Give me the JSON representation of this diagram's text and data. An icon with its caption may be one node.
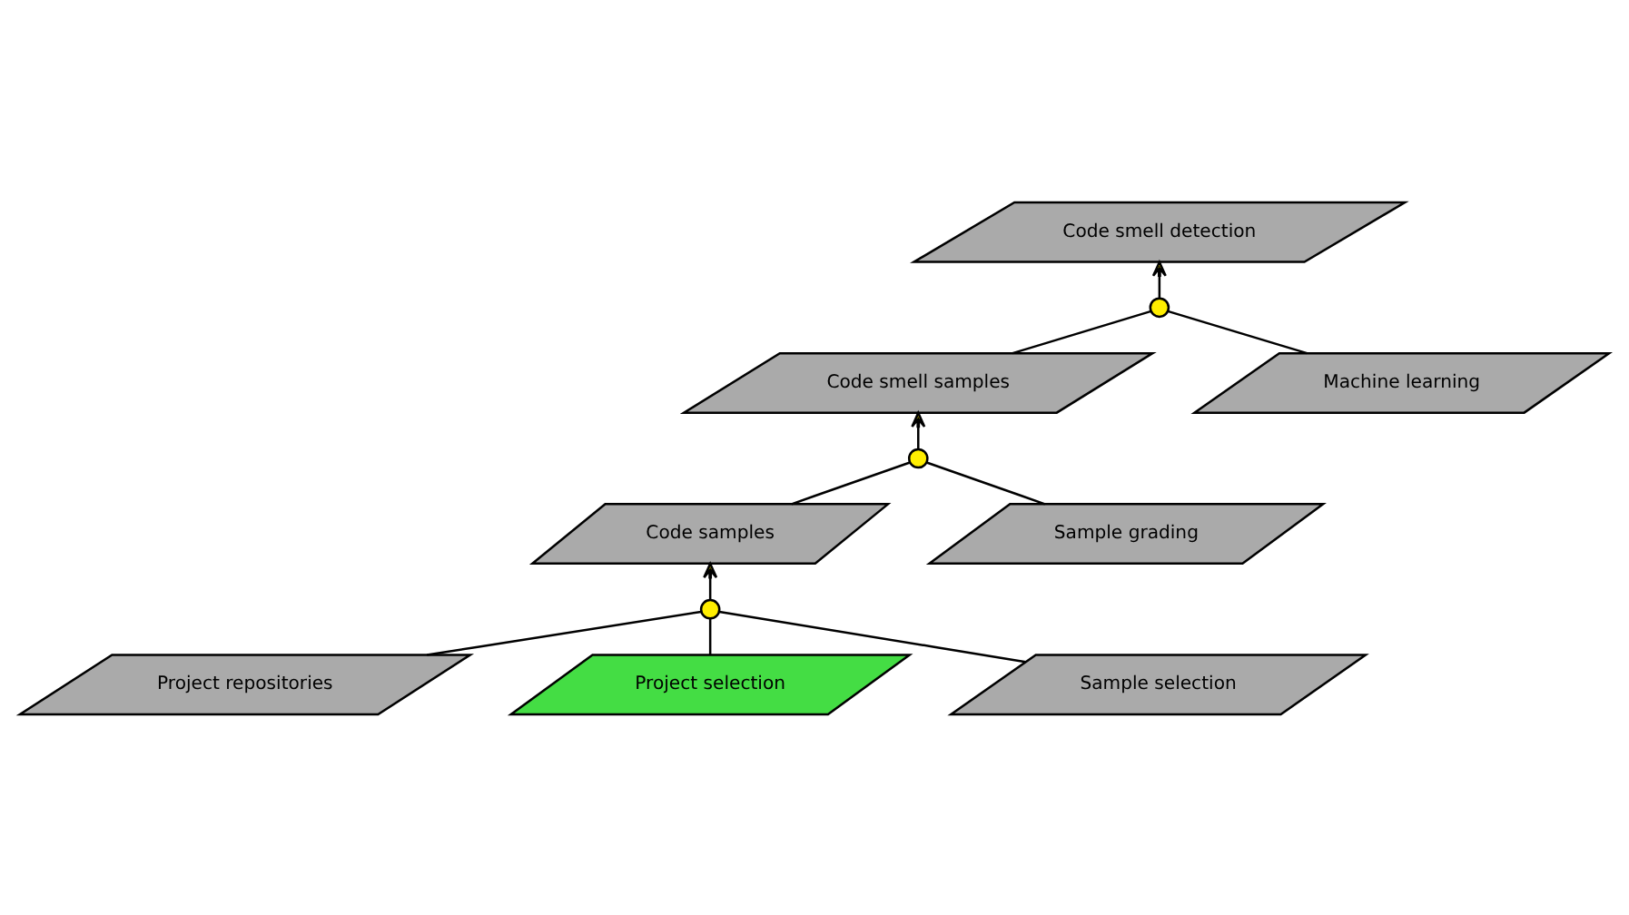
{
  "diagram": {
    "nodes": [
      {
        "text": [
          "Code smell detection"
        ]
      },
      {
        "text": [],
        "shape": "circle"
      },
      {
        "text": [
          "Code smell samples"
        ]
      },
      {
        "text": [
          "Machine learning"
        ]
      },
      {
        "text": [],
        "shape": "circle"
      },
      {
        "text": [
          "Code samples"
        ]
      },
      {
        "text": [
          "Sample grading"
        ]
      },
      {
        "text": [],
        "shape": "circle"
      },
      {
        "text": [
          "Project repositories"
        ]
      },
      {
        "text": [
          "Project selection"
        ]
      },
      {
        "text": [
          "Sample selection"
        ]
      }
    ],
    "edges": [
      {
        "from": 1,
        "to": 0,
        "arrow": "to"
      },
      {
        "from": 2,
        "to": 1,
        "arrow": "none"
      },
      {
        "from": 3,
        "to": 1,
        "arrow": "none"
      },
      {
        "from": 4,
        "to": 2,
        "arrow": "to"
      },
      {
        "from": 5,
        "to": 4,
        "arrow": "none"
      },
      {
        "from": 6,
        "to": 4,
        "arrow": "none"
      },
      {
        "from": 7,
        "to": 5,
        "arrow": "to"
      },
      {
        "from": 8,
        "to": 7,
        "arrow": "none"
      },
      {
        "from": 9,
        "to": 7,
        "arrow": "none"
      },
      {
        "from": 10,
        "to": 7,
        "arrow": "none"
      }
    ]
  }
}
